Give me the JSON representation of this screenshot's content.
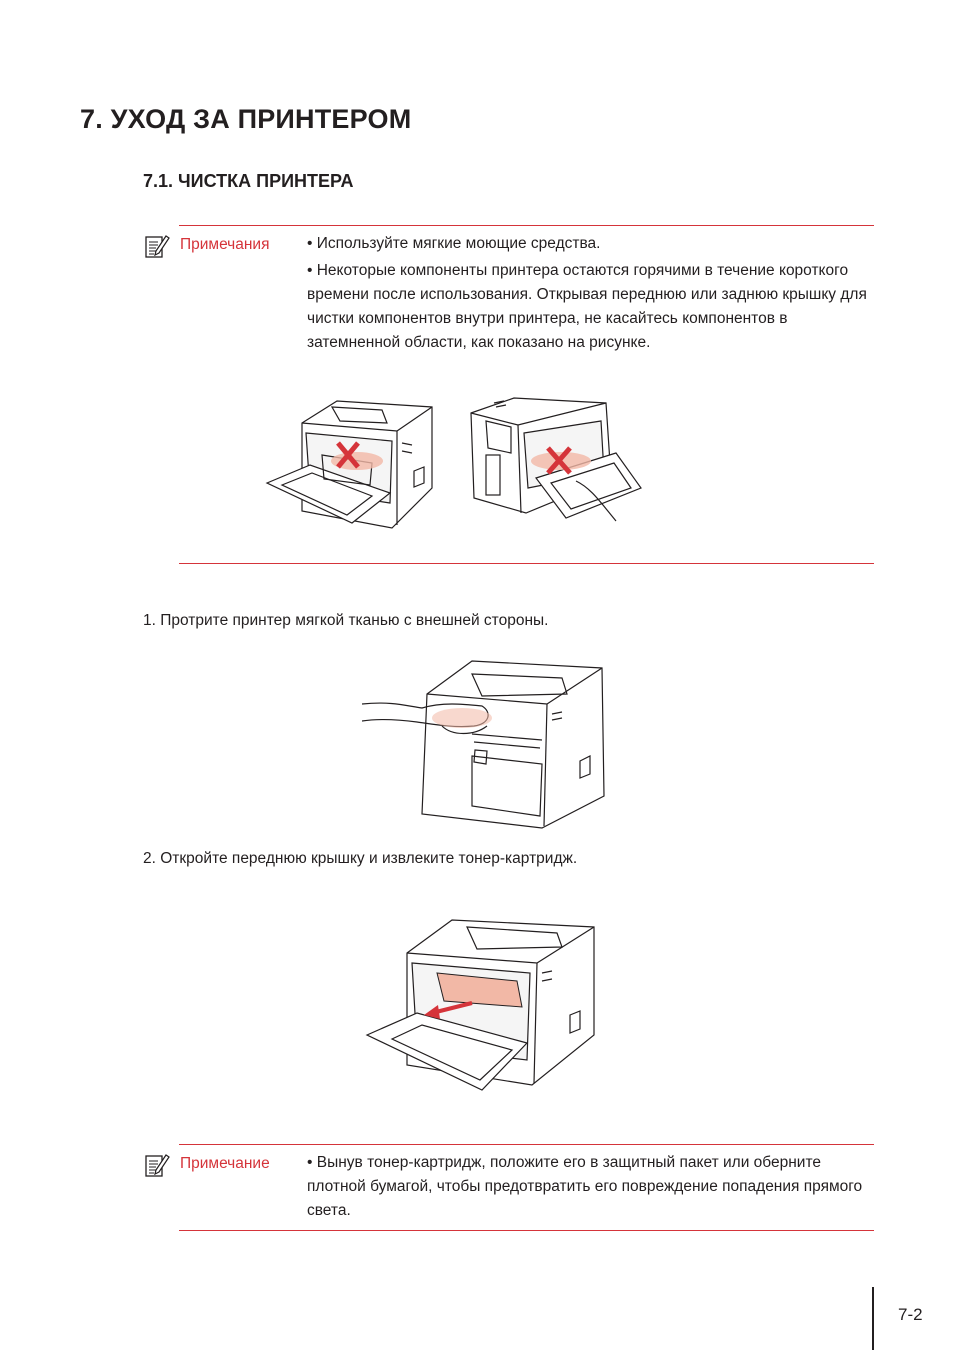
{
  "chapter": {
    "title": "7. УХОД ЗА ПРИНТЕРОМ"
  },
  "section": {
    "title": "7.1. ЧИСТКА ПРИНТЕРА"
  },
  "note1": {
    "label": "Примечания",
    "items": [
      "• Используйте мягкие моющие средства.",
      "• Некоторые компоненты принтера остаются горячими в течение короткого времени после использования. Открывая переднюю или заднюю крышку для чистки компонентов внутри принтера, не касайтесь компонентов в затемненной области, как показано на рисунке."
    ]
  },
  "steps": [
    "1. Протрите принтер мягкой тканью с внешней стороны.",
    "2. Откройте переднюю крышку и извлеките тонер-картридж."
  ],
  "note2": {
    "label": "Примечание",
    "text": "• Вынув тонер-картридж, положите его в защитный пакет или оберните плотной бумагой, чтобы предотвратить его повреждение попадения прямого света."
  },
  "footer": {
    "page_number": "7-2"
  },
  "colors": {
    "accent": "#d5343a",
    "text": "#231f20",
    "highlight": "#f2b8a6"
  }
}
